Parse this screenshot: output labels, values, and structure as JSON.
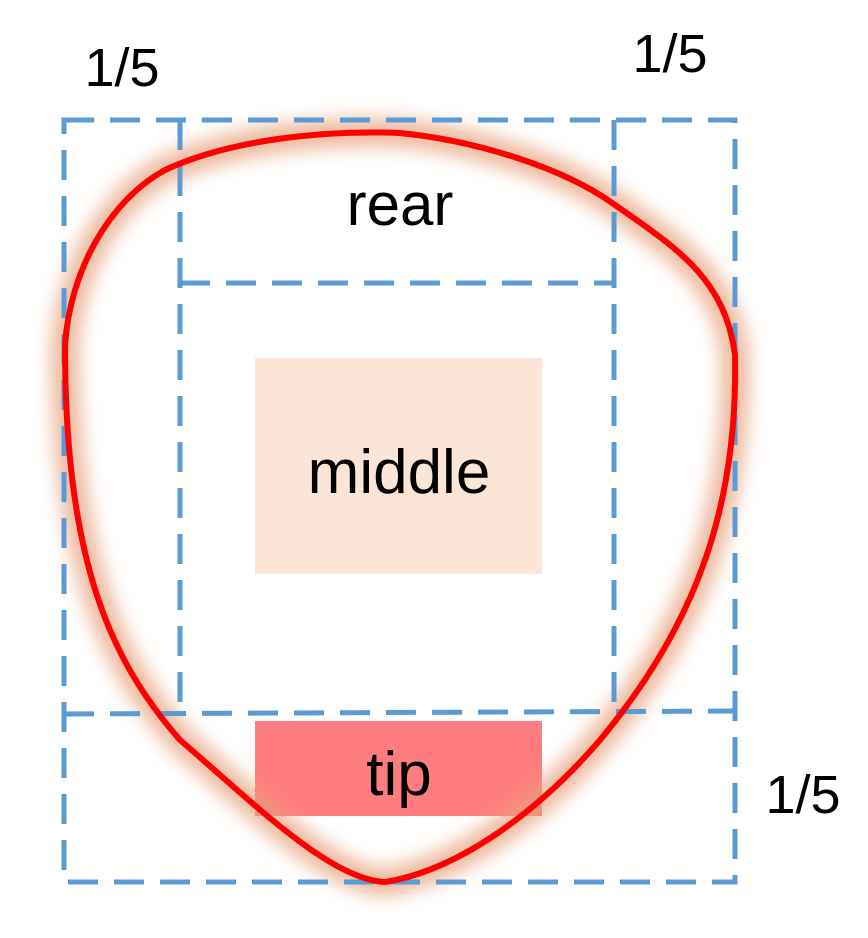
{
  "labels": {
    "fraction_top_left": "1/5",
    "fraction_top_right": "1/5",
    "fraction_right": "1/5",
    "rear": "rear",
    "middle": "middle",
    "tip": "tip"
  },
  "colors": {
    "guide_lines": "#5b9bd5",
    "contour": "#ff0000",
    "contour_glow": "#e8a07a",
    "middle_region": "#fbe5d6",
    "tip_region": "#ff7c80",
    "text": "#000000"
  },
  "styles": {
    "guide_lines": "dashed",
    "contour": "solid with soft glow"
  }
}
